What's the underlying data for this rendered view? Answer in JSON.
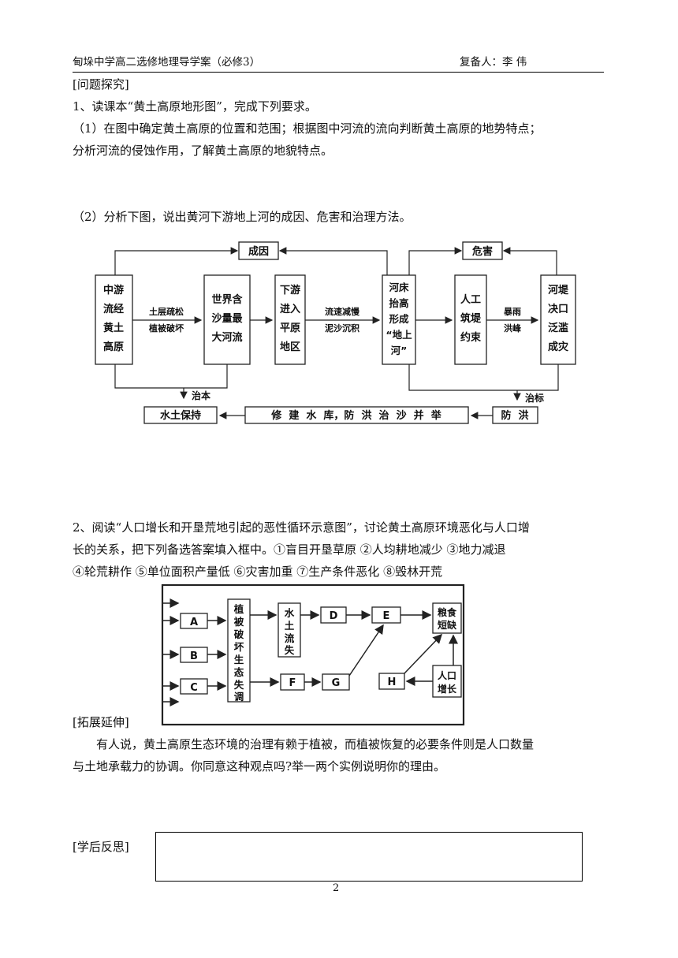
{
  "header": {
    "left": "甸垛中学高二选修地理导学案（必修3）",
    "right": "复备人：李  伟"
  },
  "section_explore": "[问题探究]",
  "q1": {
    "title": "1、读课本“黄土高原地形图”，完成下列要求。",
    "sub1_line1": "（1）在图中确定黄土高原的位置和范围；根据图中河流的流向判断黄土高原的地势特点；",
    "sub1_line2": "分析河流的侵蚀作用，了解黄土高原的地貌特点。",
    "sub2": "（2）分析下图，说出黄河下游地上河的成因、危害和治理方法。"
  },
  "diagram1": {
    "label_cause": "成因",
    "label_harm": "危害",
    "box1": [
      "中游",
      "流经",
      "黄土",
      "高原"
    ],
    "arrow1": [
      "土层疏松",
      "植被破坏"
    ],
    "box2": [
      "世界含",
      "沙量最",
      "大河流"
    ],
    "box3": [
      "下游",
      "进入",
      "平原",
      "地区"
    ],
    "arrow3": [
      "流速减慢",
      "泥沙沉积"
    ],
    "box4": [
      "河床",
      "抬高",
      "形成",
      "“地上",
      "河”"
    ],
    "box5": [
      "人工",
      "筑堤",
      "约束"
    ],
    "arrow5": [
      "暴雨",
      "洪峰"
    ],
    "box6": [
      "河堤",
      "决口",
      "泛滥",
      "成灾"
    ],
    "label_zhiben": "治本",
    "label_zhibiao": "治标",
    "box_soil": "水土保持",
    "box_reservoir": "修  建  水  库，防  洪  治  沙  并  举",
    "box_flood": "防  洪"
  },
  "q2": {
    "line1": "2、阅读“人口增长和开垦荒地引起的恶性循环示意图”，讨论黄土高原环境恶化与人口增",
    "line2": "长的关系，把下列备选答案填入框中。①盲目开垦草原    ②人均耕地减少    ③地力减退",
    "line3": "④轮荒耕作    ⑤单位面积产量低  ⑥灾害加重    ⑦生产条件恶化    ⑧毁林开荒"
  },
  "diagram2": {
    "A": "A",
    "B": "B",
    "C": "C",
    "D": "D",
    "E": "E",
    "F": "F",
    "G": "G",
    "H": "H",
    "vegetation": [
      "植",
      "被",
      "破",
      "坏",
      "生",
      "态",
      "失",
      "调"
    ],
    "soil_loss": [
      "水",
      "土",
      "流",
      "失"
    ],
    "food": [
      "粮食",
      "短缺"
    ],
    "population": [
      "人口",
      "增长"
    ]
  },
  "section_extend": "[拓展延伸]",
  "extend": {
    "line1": "有人说，黄土高原生态环境的治理有赖于植被，而植被恢复的必要条件则是人口数量",
    "line2": "与土地承载力的协调。你同意这种观点吗?举一两个实例说明你的理由。"
  },
  "section_reflect": "[学后反思]",
  "page_number": "2"
}
